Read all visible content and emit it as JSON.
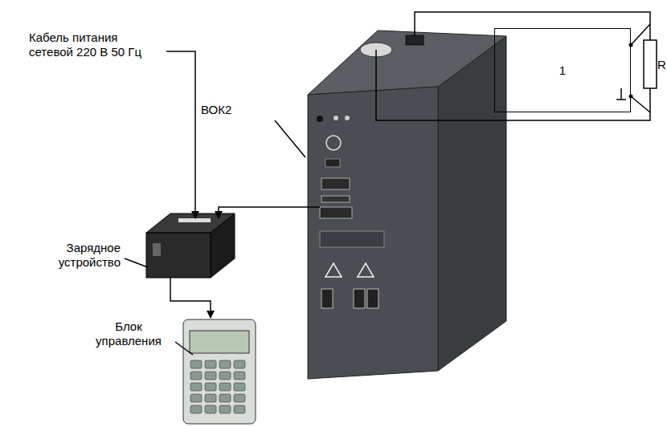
{
  "diagram": {
    "nodes": [
      {
        "text": [
          "1"
        ]
      }
    ],
    "labels": [
      "Кабель питания сетевой 220 В 50 Гц",
      "ВОК2",
      "Зарядное устройство",
      "Блок управления",
      "R"
    ]
  }
}
